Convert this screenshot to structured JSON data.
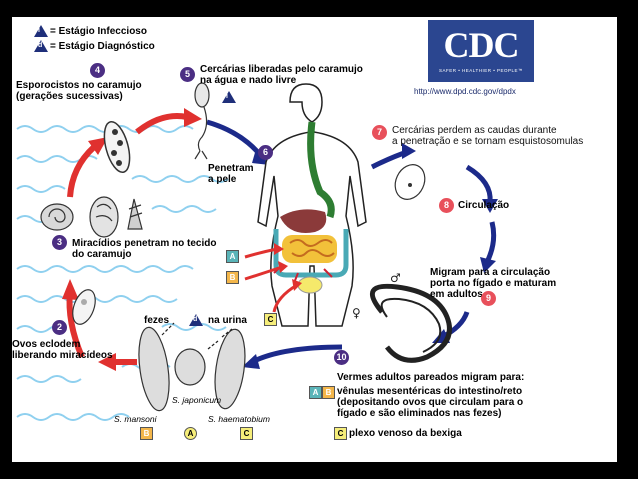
{
  "legend": {
    "infective_label": "= Estágio Infeccioso",
    "diagnostic_label": "= Estágio Diagnóstico",
    "infective_symbol": "i",
    "diagnostic_symbol": "d"
  },
  "logo": {
    "text": "CDC",
    "tagline": "SAFER • HEALTHIER • PEOPLE™",
    "url": "http://www.dpd.cdc.gov/dpdx"
  },
  "steps": [
    {
      "n": "1",
      "color": "purple"
    },
    {
      "n": "2",
      "color": "purple"
    },
    {
      "n": "3",
      "color": "purple"
    },
    {
      "n": "4",
      "color": "purple"
    },
    {
      "n": "5",
      "color": "purple"
    },
    {
      "n": "6",
      "color": "purple"
    },
    {
      "n": "7",
      "color": "red"
    },
    {
      "n": "8",
      "color": "red"
    },
    {
      "n": "9",
      "color": "red"
    },
    {
      "n": "10",
      "color": "purple"
    }
  ],
  "labels": {
    "s4": "Esporocistos no caramujo\n(gerações sucessivas)",
    "s5": "Cercárias liberadas pelo caramujo\nna água e nado livre",
    "s6": "Penetram\na pele",
    "s7": "Cercárias perdem as caudas durante\na penetração e se tornam esquistosomulas",
    "s8": "Circulação",
    "s9": "Migram para a circulação\nporta no fígado e maturam\nem adultos",
    "s3": "Miracídios penetram no tecido\ndo caramujo",
    "s2": "Ovos eclodem\nliberando miracídeos",
    "fezes": "fezes",
    "urina": "na urina",
    "s10_main": "Vermes adultos pareados migram para:",
    "s10_ab": "vênulas mesentéricas do intestino/reto\n(depositando ovos que circulam para o\nfígado e são eliminados nas fezes)",
    "s10_c": "plexo venoso da bexiga",
    "sm": "S. mansoni",
    "sj": "S. japonicum",
    "sh": "S. haematobium"
  },
  "tags": {
    "A": "A",
    "B": "B",
    "C": "C"
  },
  "colors": {
    "arrow_red": "#e0312f",
    "arrow_blue": "#1c2a8a",
    "water": "#8fd0ef",
    "cdc_blue": "#2b4690"
  }
}
